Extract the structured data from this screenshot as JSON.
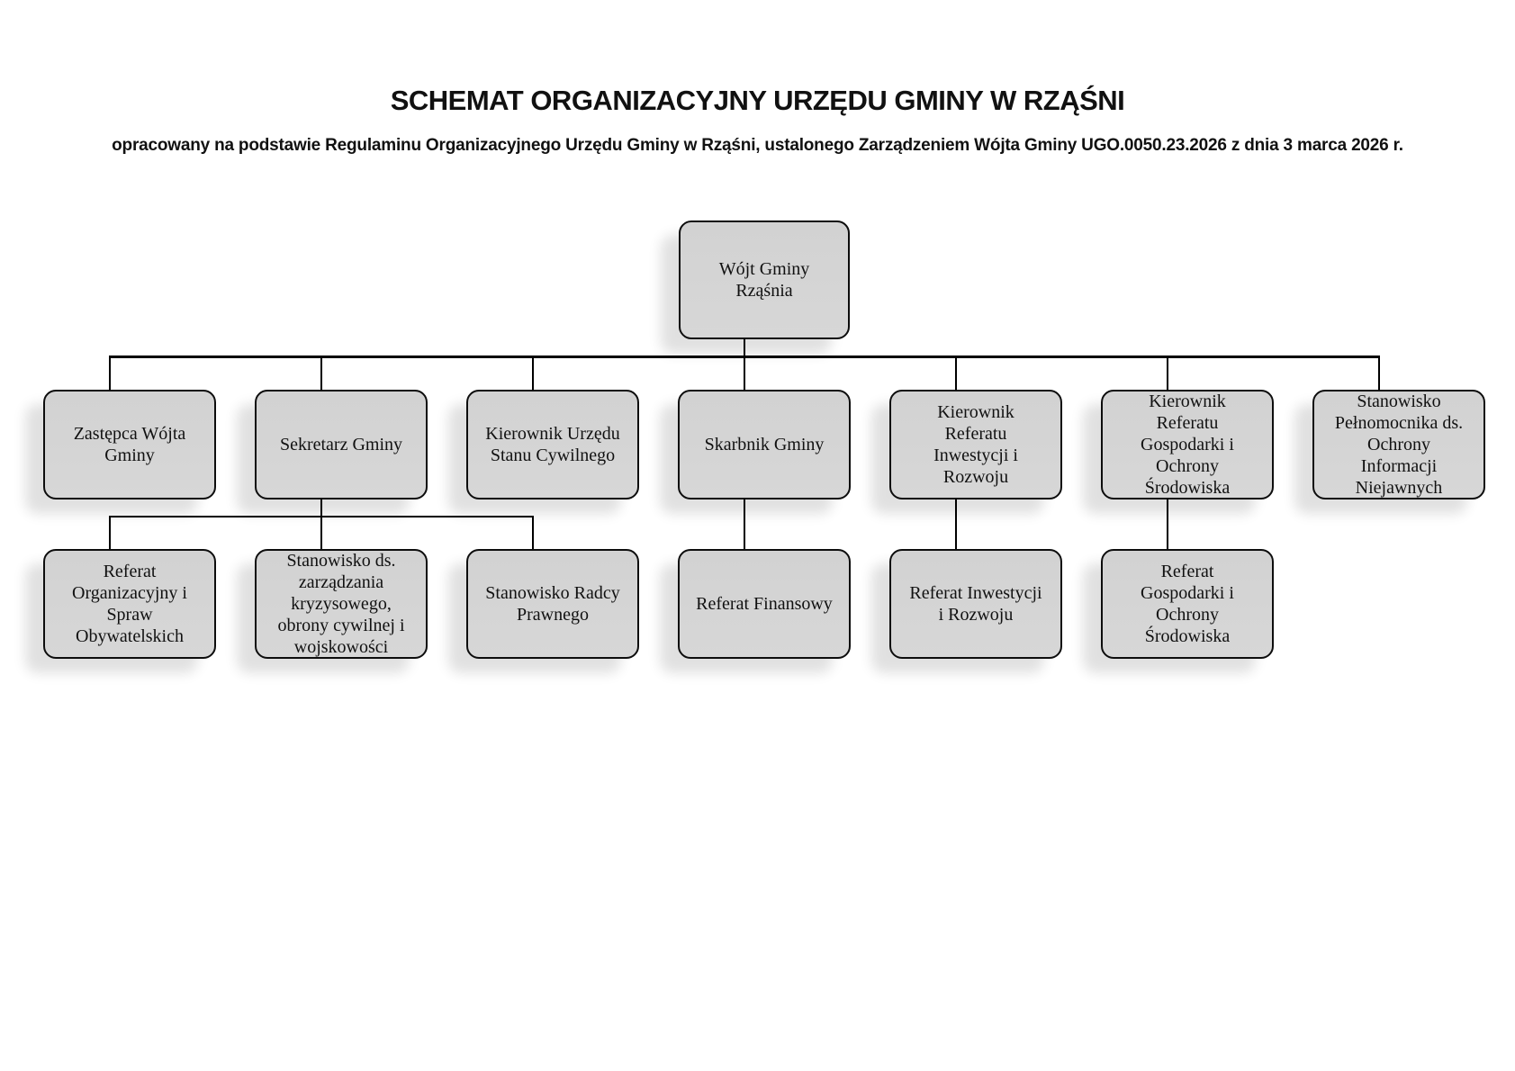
{
  "header": {
    "title": "SCHEMAT ORGANIZACYJNY URZĘDU GMINY W RZĄŚNI",
    "subtitle": "opracowany na podstawie Regulaminu Organizacyjnego Urzędu Gminy w Rząśni, ustalonego Zarządzeniem Wójta Gminy UGO.0050.23.2026 z dnia 3 marca 2026 r."
  },
  "org": {
    "root": {
      "id": "wojt",
      "label": "Wójt Gminy\nRząśnia"
    },
    "level2": [
      {
        "id": "zastepca-wojta",
        "parent": "wojt",
        "label": "Zastępca Wójta\nGminy"
      },
      {
        "id": "sekretarz",
        "parent": "wojt",
        "label": "Sekretarz Gminy"
      },
      {
        "id": "kierownik-usc",
        "parent": "wojt",
        "label": "Kierownik Urzędu\nStanu Cywilnego"
      },
      {
        "id": "skarbnik",
        "parent": "wojt",
        "label": "Skarbnik Gminy"
      },
      {
        "id": "kierownik-ref-inwestycji",
        "parent": "wojt",
        "label": "Kierownik\nReferatu\nInwestycji i\nRozwoju"
      },
      {
        "id": "kierownik-ref-gospodarki",
        "parent": "wojt",
        "label": "Kierownik\nReferatu\nGospodarki i\nOchrony\nŚrodowiska"
      },
      {
        "id": "pelnomocnik-oin",
        "parent": "wojt",
        "label": "Stanowisko\nPełnomocnika ds.\nOchrony\nInformacji\nNiejawnych"
      }
    ],
    "level3": [
      {
        "id": "referat-organizacyjny",
        "parent": "sekretarz",
        "label": "Referat\nOrganizacyjny i\nSpraw\nObywatelskich"
      },
      {
        "id": "stanowisko-kryzysowe",
        "parent": "sekretarz",
        "label": "Stanowisko ds.\nzarządzania\nkryzysowego,\nobrony cywilnej i\nwojskowości"
      },
      {
        "id": "radca-prawny",
        "parent": "sekretarz",
        "label": "Stanowisko Radcy\nPrawnego"
      },
      {
        "id": "referat-finansowy",
        "parent": "skarbnik",
        "label": "Referat Finansowy"
      },
      {
        "id": "referat-inwestycji",
        "parent": "kierownik-ref-inwestycji",
        "label": "Referat Inwestycji\ni Rozwoju"
      },
      {
        "id": "referat-gospodarki",
        "parent": "kierownik-ref-gospodarki",
        "label": "Referat\nGospodarki i\nOchrony\nŚrodowiska"
      }
    ]
  },
  "colors": {
    "background": "#ffffff",
    "box_fill": "#d3d3d3",
    "box_border": "#0d0d0d",
    "connector": "#000000",
    "text": "#111111"
  }
}
